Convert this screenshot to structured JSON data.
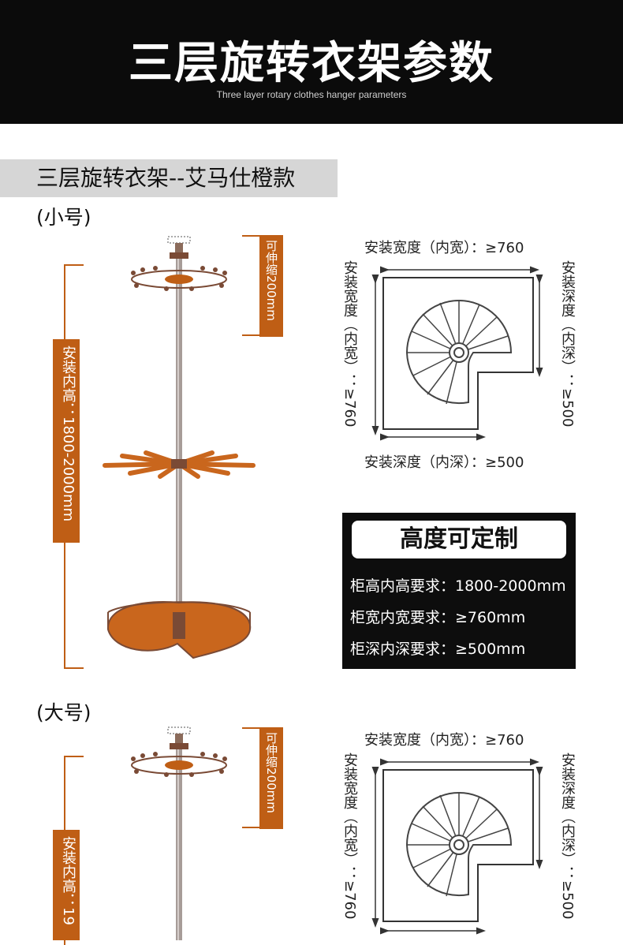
{
  "header": {
    "title": "三层旋转衣架参数",
    "subtitle": "Three layer rotary clothes hanger parameters"
  },
  "section": {
    "title": "三层旋转衣架--艾马仕橙款"
  },
  "small": {
    "label": "(小号)",
    "extend_tag": "可伸缩200mm",
    "height_tag": "安装内高：1800-2000mm",
    "width_top": "安装宽度（内宽）：≥760",
    "depth_bottom": "安装深度（内深）：≥500",
    "left_vertical": "安装宽度（内宽）：≥760",
    "right_vertical": "安装深度（内深）：≥500"
  },
  "custom": {
    "title": "高度可定制",
    "requirements": [
      "柜高内高要求：1800-2000mm",
      "柜宽内宽要求：≥760mm",
      "柜深内深要求：≥500mm"
    ]
  },
  "large": {
    "label": "(大号)",
    "extend_tag": "可伸缩200mm",
    "height_tag": "安装内高：19",
    "width_top": "安装宽度（内宽）：≥760",
    "left_vertical": "安装宽度（内宽）：≥760",
    "right_vertical": "安装深度（内深）：≥500"
  },
  "colors": {
    "header_bg": "#0b0b0b",
    "accent_orange": "#bf5e15",
    "pole": "#9a8f8c",
    "frame_bronze": "#7a4a35",
    "band_gray": "#d6d6d6"
  }
}
